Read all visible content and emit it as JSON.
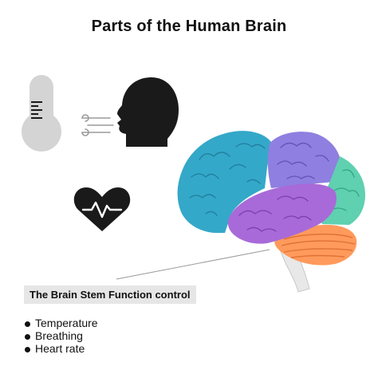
{
  "title": "Parts of the Human Brain",
  "label": "The Brain Stem Function control",
  "functions": [
    "Temperature",
    "Breathing",
    "Heart rate"
  ],
  "icons": [
    "thermometer-icon",
    "breathing-head-icon",
    "heart-rate-icon"
  ],
  "colors": {
    "frontal_lobe": "#34a8c8",
    "parietal_lobe": "#8f7fe0",
    "occipital_lobe": "#5fd0b0",
    "temporal_lobe": "#a86ad8",
    "cerebellum": "#ff9a5c",
    "brain_stem": "#e8e8e8",
    "thermometer": "#d4d4d4",
    "icon_dark": "#1a1a1a"
  }
}
